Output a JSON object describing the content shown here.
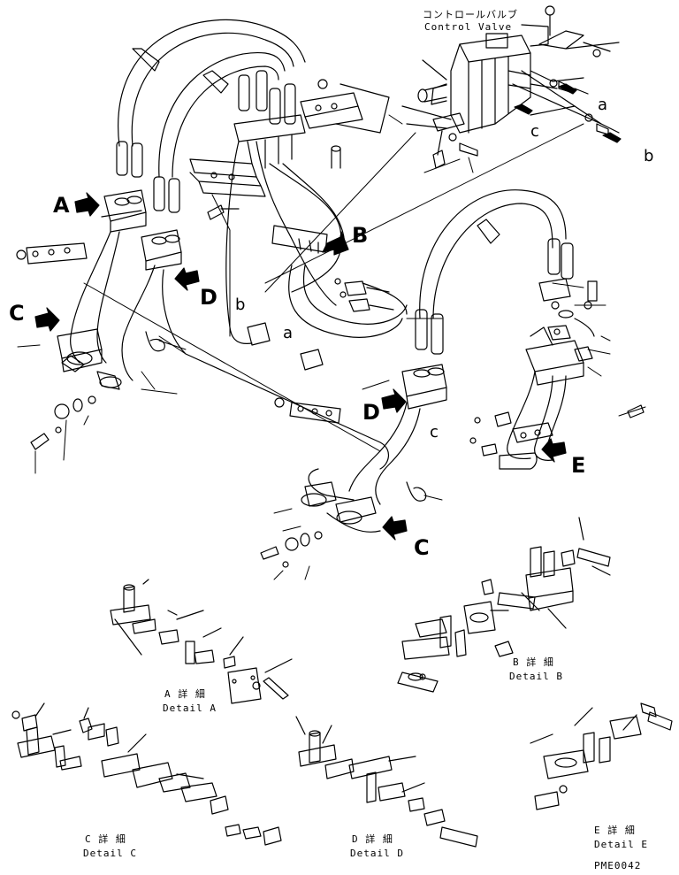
{
  "header": {
    "title_jp": "コントロールバルブ",
    "title_en": "Control Valve"
  },
  "view_markers": [
    "A",
    "B",
    "C",
    "D",
    "C",
    "D",
    "E"
  ],
  "connection_labels": [
    "a",
    "b",
    "c",
    "b",
    "a",
    "c"
  ],
  "details": {
    "A": {
      "jp": "A 詳 細",
      "en": "Detail A"
    },
    "B": {
      "jp": "B 詳 細",
      "en": "Detail B"
    },
    "C": {
      "jp": "C 詳 細",
      "en": "Detail C"
    },
    "D": {
      "jp": "D 詳 細",
      "en": "Detail D"
    },
    "E": {
      "jp": "E 詳 細",
      "en": "Detail E"
    }
  },
  "drawing_code": "PME0042"
}
